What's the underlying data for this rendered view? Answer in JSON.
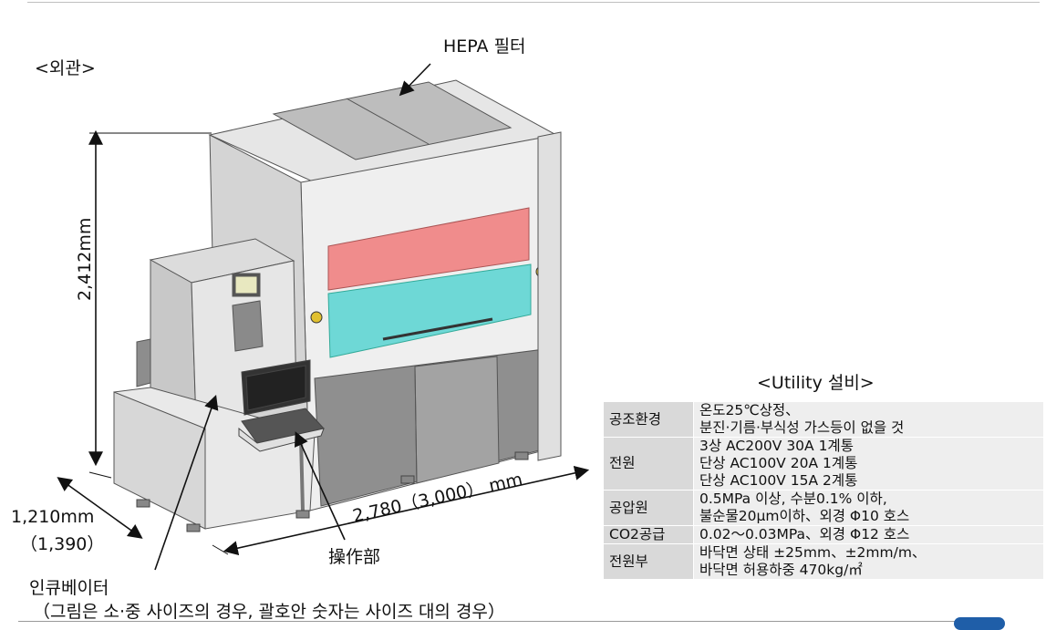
{
  "labels": {
    "appearance": "<외관>",
    "hepa": "HEPA 필터",
    "height": "2,412mm",
    "width": "2,780（3,000） mm",
    "depth": "1,210mm",
    "depth_alt": "（1,390）",
    "operation": "操作部",
    "incubator": "인큐베이터",
    "note": "（그림은 소·중 사이즈의 경우, 괄호안 숫자는 사이즈 대의 경우）"
  },
  "utility": {
    "title": "<Utility 설비>",
    "rows": [
      {
        "key": "공조환경",
        "lines": [
          "온도25℃상정、",
          "분진·기름·부식성 가스등이 없을 것"
        ]
      },
      {
        "key": "전원",
        "lines": [
          "3상 AC200V 30A 1계통",
          "단상 AC100V 20A 1계통",
          "단상 AC100V 15A 2계통"
        ]
      },
      {
        "key": "공압원",
        "lines": [
          "0.5MPa 이상, 수분0.1% 이하,",
          "불순물20μm이하、외경 Φ10 호스"
        ]
      },
      {
        "key": "CO2공급",
        "lines": [
          "0.02～0.03MPa、외경 Φ12 호스"
        ]
      },
      {
        "key": "전원부",
        "lines": [
          "바닥면 상태 ±25mm、±2mm/m、",
          "바닥면 허용하중 470kg/㎡"
        ]
      }
    ]
  },
  "colors": {
    "upper_window": "#f08c8c",
    "lower_window": "#6ed8d6",
    "body": "#ececec",
    "panel": "#9a9a9a",
    "outline": "#555555"
  }
}
